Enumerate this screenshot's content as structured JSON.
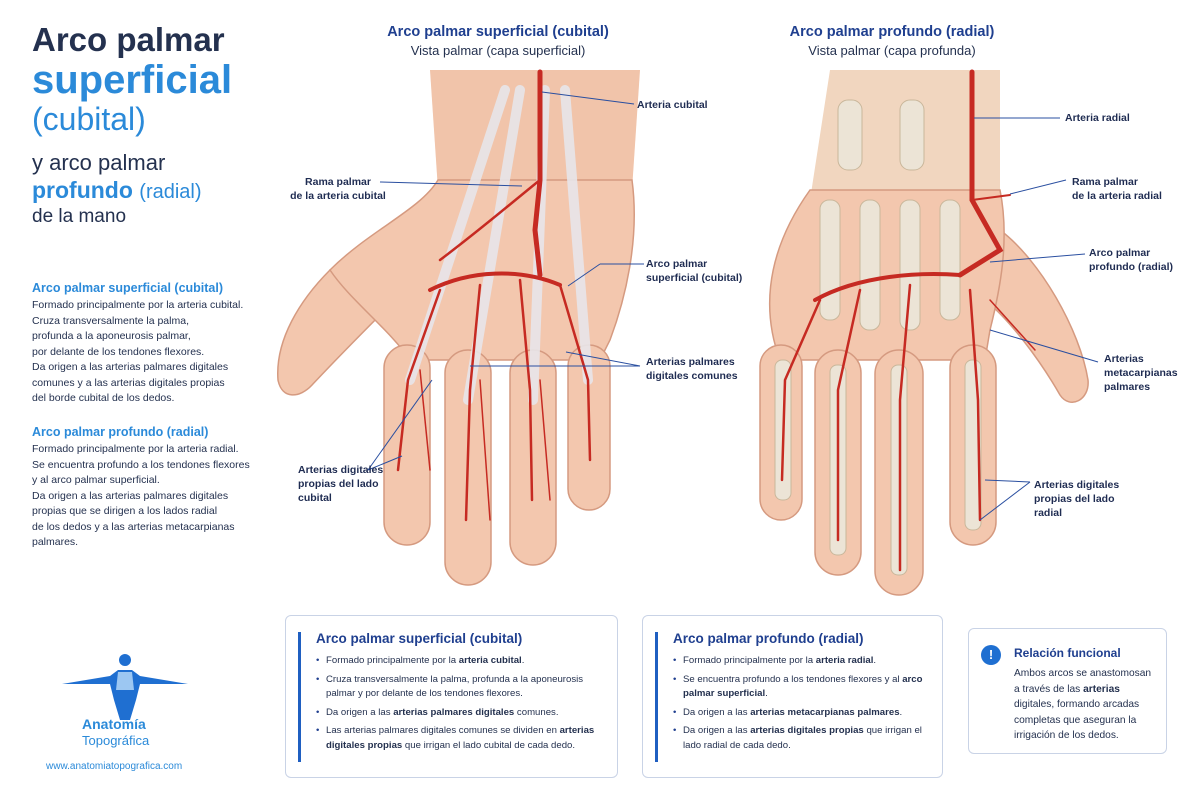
{
  "title": {
    "line1": "Arco palmar",
    "line2": "superficial",
    "line3": "(cubital)",
    "line4": "y arco palmar",
    "line5_bold": "profundo",
    "line5_rest": "(radial)",
    "line6": "de la mano"
  },
  "side": {
    "sup": {
      "heading": "Arco palmar superficial (cubital)",
      "lines": [
        "Formado principalmente por la arteria cubital.",
        "Cruza transversalmente la palma,",
        "profunda a la aponeurosis palmar,",
        "por delante de los tendones flexores.",
        "Da origen a las arterias palmares digitales",
        "comunes y a las arterias digitales propias",
        "del borde cubital de los dedos."
      ]
    },
    "deep": {
      "heading": "Arco palmar profundo (radial)",
      "lines": [
        "Formado principalmente por la arteria radial.",
        "Se encuentra profundo a los tendones flexores",
        "y al arco palmar superficial.",
        "Da origen a las arterias palmares digitales",
        "propias que se dirigen a los lados radial",
        "de los dedos y a las arterias metacarpianas",
        "palmares."
      ]
    }
  },
  "logo": {
    "name": "Anatomía",
    "sub": "Topográfica",
    "site": "www.anatomiatopografica.com"
  },
  "panel_left": {
    "title": "Arco palmar superficial (cubital)",
    "subtitle": "Vista palmar (capa superficial)",
    "labels": {
      "arteria_cubital": "Arteria cubital",
      "rama_palmar_1": "Rama palmar",
      "rama_palmar_2": "de la arteria cubital",
      "arco_1": "Arco palmar",
      "arco_2": "superficial (cubital)",
      "comunes_1": "Arterias palmares",
      "comunes_2": "digitales comunes",
      "propias_1": "Arterias digitales",
      "propias_2": "propias del lado",
      "propias_3": "cubital"
    }
  },
  "panel_right": {
    "title": "Arco palmar profundo (radial)",
    "subtitle": "Vista palmar (capa profunda)",
    "labels": {
      "arteria_radial": "Arteria radial",
      "rama_palmar_1": "Rama palmar",
      "rama_palmar_2": "de la arteria radial",
      "arco_1": "Arco palmar",
      "arco_2": "profundo (radial)",
      "meta_1": "Arterias",
      "meta_2": "metacarpianas",
      "meta_3": "palmares",
      "propias_1": "Arterias digitales",
      "propias_2": "propias del lado",
      "propias_3": "radial"
    }
  },
  "card_sup": {
    "title": "Arco palmar superficial (cubital)",
    "items": [
      {
        "pre": "Formado principalmente por la ",
        "bold": "arteria cubital",
        "post": "."
      },
      {
        "pre": "Cruza transversalmente la palma, profunda a la aponeurosis palmar y por delante de los tendones flexores.",
        "bold": "",
        "post": ""
      },
      {
        "pre": "Da origen a las ",
        "bold": "arterias palmares digitales",
        "post": " comunes."
      },
      {
        "pre": "Las arterias palmares digitales comunes se dividen en ",
        "bold": "arterias digitales propias",
        "post": " que irrigan el lado cubital de cada dedo."
      }
    ]
  },
  "card_deep": {
    "title": "Arco palmar profundo (radial)",
    "items": [
      {
        "pre": "Formado principalmente por la ",
        "bold": "arteria radial",
        "post": "."
      },
      {
        "pre": "Se encuentra profundo a los tendones flexores y al ",
        "bold": "arco palmar superficial",
        "post": "."
      },
      {
        "pre": "Da origen a las ",
        "bold": "arterias metacarpianas palmares",
        "post": "."
      },
      {
        "pre": "Da origen a las ",
        "bold": "arterias digitales propias",
        "post": " que irrigan el lado radial de cada dedo."
      }
    ]
  },
  "relacion": {
    "icon": "!",
    "title": "Relación funcional",
    "pre": "Ambos arcos se anastomosan a través de las ",
    "bold": "arterias",
    "post": " digitales, formando arcadas completas que aseguran la irrigación de los dedos."
  },
  "colors": {
    "accent": "#2b8ad9",
    "navy": "#1f3f8f",
    "artery": "#c62a22",
    "skin": "#f3c7ae"
  }
}
